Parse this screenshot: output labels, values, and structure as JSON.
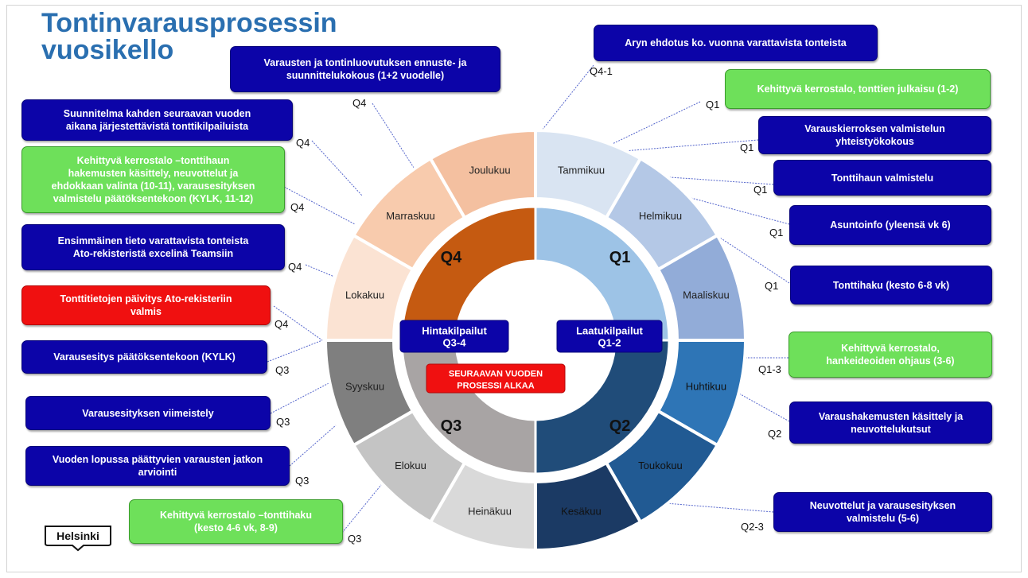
{
  "title": {
    "line1": "Tontinvarausprosessin",
    "line2": "vuosikello"
  },
  "colors": {
    "box_blue": "#0c04a8",
    "box_green": "#6ee05a",
    "box_red": "#f01010",
    "title_blue": "#2a6fb0"
  },
  "logo": {
    "text": "Helsinki"
  },
  "wheel": {
    "months": [
      {
        "name": "Tammikuu",
        "color": "#d9e4f2"
      },
      {
        "name": "Helmikuu",
        "color": "#b4c8e6"
      },
      {
        "name": "Maaliskuu",
        "color": "#92acd8"
      },
      {
        "name": "Huhtikuu",
        "color": "#2e75b6"
      },
      {
        "name": "Toukokuu",
        "color": "#215a93"
      },
      {
        "name": "Kesäkuu",
        "color": "#1b3a64"
      },
      {
        "name": "Heinäkuu",
        "color": "#d9d9d9"
      },
      {
        "name": "Elokuu",
        "color": "#c4c4c4"
      },
      {
        "name": "Syyskuu",
        "color": "#7f7f7f"
      },
      {
        "name": "Lokakuu",
        "color": "#fbe3d3"
      },
      {
        "name": "Marraskuu",
        "color": "#f8cbad"
      },
      {
        "name": "Joulukuu",
        "color": "#f4c0a0"
      }
    ],
    "quarters": [
      {
        "name": "Q1",
        "color": "#9dc3e6"
      },
      {
        "name": "Q2",
        "color": "#204c79"
      },
      {
        "name": "Q3",
        "color": "#a8a4a4"
      },
      {
        "name": "Q4",
        "color": "#c55a11"
      }
    ]
  },
  "center": {
    "hinta": "Hintakilpailut\nQ3-4",
    "laatu": "Laatukilpailut\nQ1-2",
    "seuraavan": "SEURAAVAN VUODEN\nPROSESSI ALKAA"
  },
  "boxes": {
    "b1": {
      "text": "Varausten ja tontinluovutuksen ennuste- ja\nsuunnittelukokous (1+2 vuodelle)",
      "q": "Q4"
    },
    "b2": {
      "text": "Suunnitelma kahden seuraavan vuoden\naikana järjestettävistä tonttikilpailuista",
      "q": "Q4"
    },
    "b3": {
      "text": "Kehittyvä kerrostalo –tonttihaun\nhakemusten käsittely, neuvottelut  ja\nehdokkaan valinta (10-11), varausesityksen\nvalmistelu päätöksentekoon (KYLK, 11-12)",
      "q": "Q4"
    },
    "b4": {
      "text": "Ensimmäinen tieto varattavista tonteista\nAto-rekisteristä excelinä Teamsiin",
      "q": "Q4"
    },
    "b5": {
      "text": "Tonttitietojen päivitys Ato-rekisteriin\nvalmis",
      "q": "Q4"
    },
    "b6": {
      "text": "Varausesitys päätöksentekoon (KYLK)",
      "q": "Q3"
    },
    "b7": {
      "text": "Varausesityksen viimeistely",
      "q": "Q3"
    },
    "b8": {
      "text": "Vuoden lopussa päättyvien varausten jatkon\narviointi",
      "q": "Q3"
    },
    "b9": {
      "text": "Kehittyvä kerrostalo –tonttihaku\n(kesto 4-6 vk, 8-9)",
      "q": "Q3"
    },
    "r1": {
      "text": "Aryn ehdotus ko. vuonna varattavista tonteista",
      "q": "Q4-1"
    },
    "r2": {
      "text": "Kehittyvä kerrostalo, tonttien  julkaisu (1-2)",
      "q": "Q1"
    },
    "r3": {
      "text": "Varauskierroksen valmistelun\nyhteistyökokous",
      "q": "Q1"
    },
    "r4": {
      "text": "Tonttihaun valmistelu",
      "q": "Q1"
    },
    "r5": {
      "text": "Asuntoinfo (yleensä vk 6)",
      "q": "Q1"
    },
    "r6": {
      "text": "Tonttihaku (kesto 6-8 vk)",
      "q": "Q1"
    },
    "r7": {
      "text": "Kehittyvä kerrostalo,\nhankeideoiden ohjaus (3-6)",
      "q": "Q1-3"
    },
    "r8": {
      "text": "Varaushakemusten käsittely ja\nneuvottelukutsut",
      "q": "Q2"
    },
    "r9": {
      "text": "Neuvottelut ja varausesityksen\nvalmistelu (5-6)",
      "q": "Q2-3"
    }
  }
}
